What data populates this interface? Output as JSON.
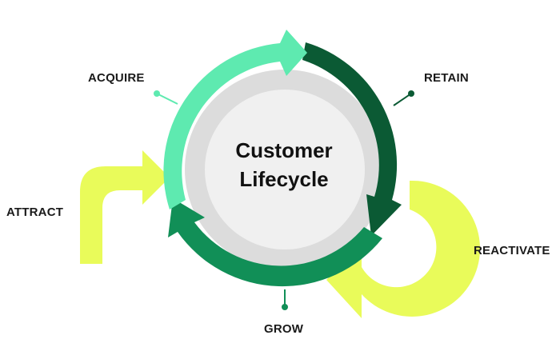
{
  "center": {
    "title_line1": "Customer",
    "title_line2": "Lifecycle"
  },
  "stages": {
    "acquire": "ACQUIRE",
    "retain": "RETAIN",
    "grow": "GROW",
    "attract": "ATTRACT",
    "reactivate": "REACTIVATE"
  },
  "colors": {
    "acquire": "#5eeab0",
    "retain": "#0b5a34",
    "grow": "#118f57",
    "attract_reactivate": "#e9fb5a",
    "inner_ring": "#dcdcdc",
    "inner_disc": "#f0f0f0"
  }
}
